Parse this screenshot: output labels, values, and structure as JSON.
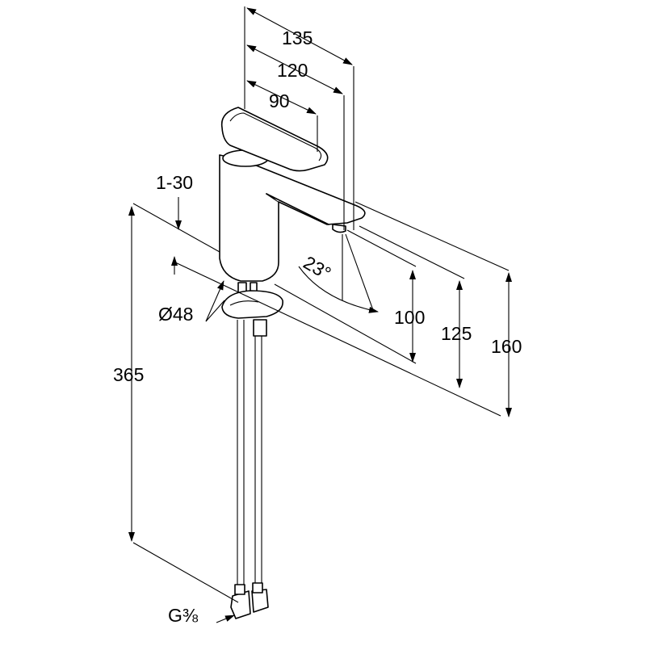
{
  "labels": {
    "dim_135": "135",
    "dim_120": "120",
    "dim_90": "90",
    "dim_1_30": "1-30",
    "angle_23": "23°",
    "dia_48": "Ø48",
    "dim_365": "365",
    "dim_100": "100",
    "dim_125": "125",
    "dim_160": "160",
    "thread": "G⅜"
  },
  "colors": {
    "line": "#000000",
    "background": "#ffffff"
  }
}
